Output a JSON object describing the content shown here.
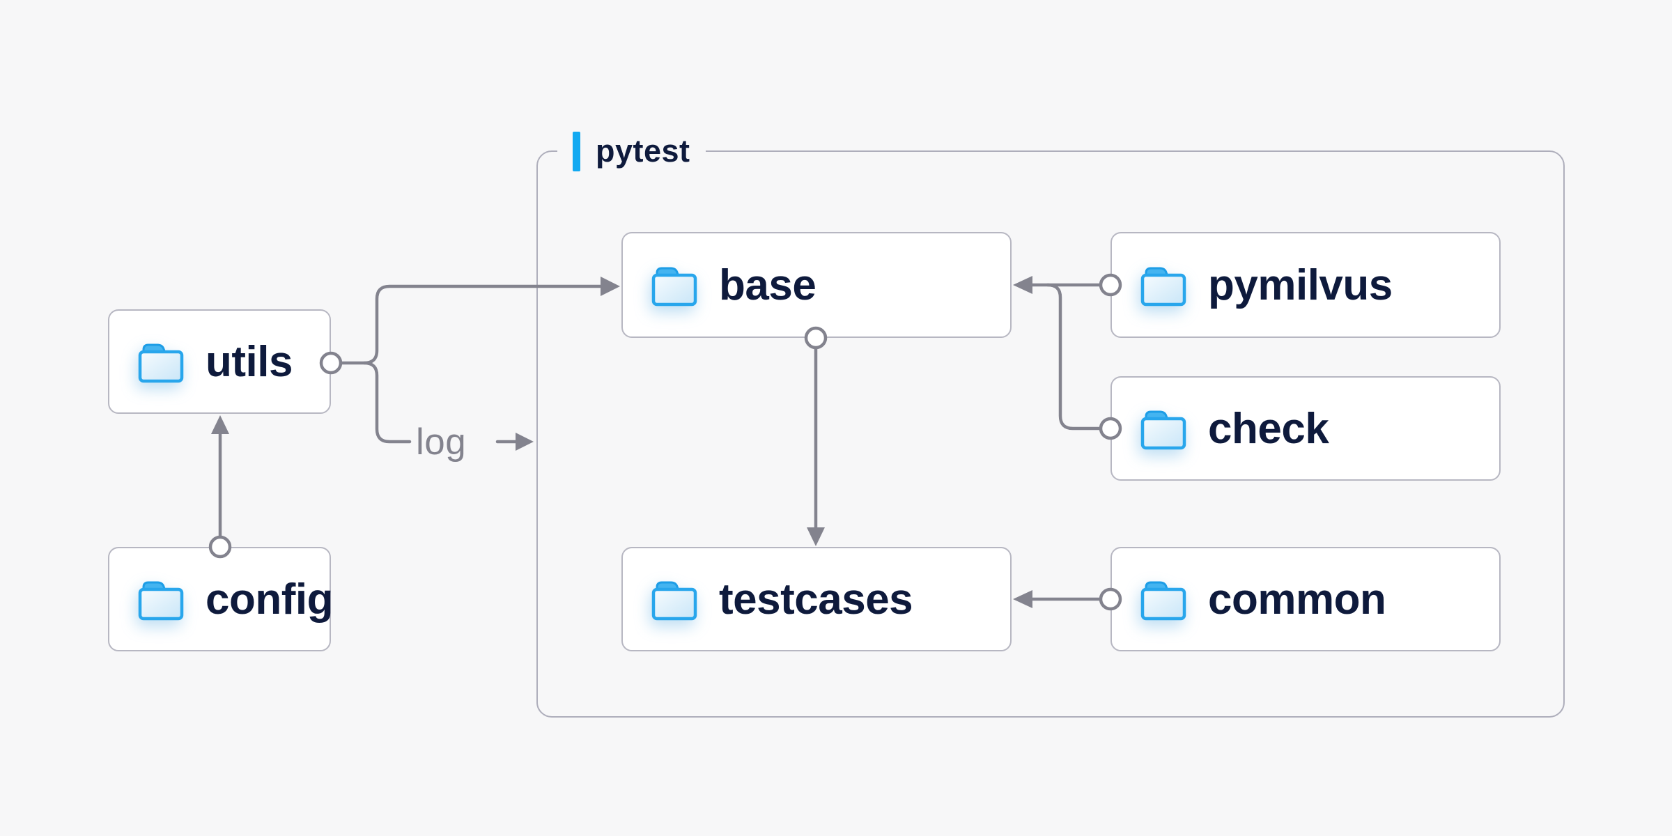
{
  "diagram": {
    "group_label": "pytest",
    "edge_label": "log"
  },
  "nodes": {
    "utils": {
      "label": "utils",
      "icon": "folder-icon"
    },
    "config": {
      "label": "config",
      "icon": "folder-icon"
    },
    "base": {
      "label": "base",
      "icon": "folder-icon"
    },
    "pymilvus": {
      "label": "pymilvus",
      "icon": "folder-icon"
    },
    "check": {
      "label": "check",
      "icon": "folder-icon"
    },
    "testcases": {
      "label": "testcases",
      "icon": "folder-icon"
    },
    "common": {
      "label": "common",
      "icon": "folder-icon"
    }
  },
  "edges": [
    {
      "from": "config",
      "to": "utils",
      "style": "arrow"
    },
    {
      "from": "utils",
      "to": "base",
      "style": "arrow"
    },
    {
      "from": "utils",
      "to": "log",
      "style": "arrow",
      "label": "log"
    },
    {
      "from": "base",
      "to": "testcases",
      "style": "arrow"
    },
    {
      "from": "pymilvus",
      "to": "base",
      "style": "arrow"
    },
    {
      "from": "check",
      "to": "base",
      "style": "arrow"
    },
    {
      "from": "common",
      "to": "testcases",
      "style": "arrow"
    }
  ],
  "colors": {
    "page-bg": "#f7f7f8",
    "card-bg": "#ffffff",
    "card-border": "#b7b7c2",
    "group-border": "#aeaebb",
    "connector": "#83838e",
    "text-navy": "#0e1a3c",
    "accent-blue": "#12a9f1",
    "folder-blue": "#28a6ec"
  }
}
